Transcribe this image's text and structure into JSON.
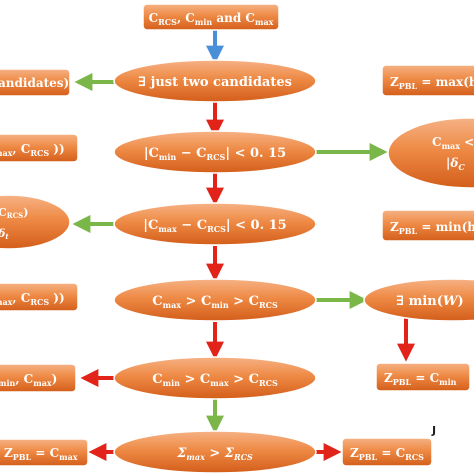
{
  "nodes": {
    "start": "C_RCS, C_min and C_max",
    "q_two_candidates": "∃ just two candidates",
    "q_min_rcs": "|C_min − C_RCS| < 0.15",
    "q_max_rcs": "|C_max − C_RCS| < 0.15",
    "q_max_min_rcs": "C_max > C_min > C_RCS",
    "q_min_max_rcs": "C_min > C_max > C_RCS",
    "q_sigma": "Σ_max > Σ_RCS",
    "left_candidates": "andidates)",
    "left_min_rcs": "max, C_RCS ))",
    "left_max_rcs_line1": "C_RCS)",
    "left_max_rcs_line2": "δ_t",
    "left_max_min_rcs": "max, C_RCS ))",
    "left_min_max_rcs": "min, C_max)",
    "zpbl_cmax_bottom": "Z_PBL = C_max",
    "right_max_candidate": "Z_PBL = max(h",
    "right_cmax_ellipse_line1": "C_max <",
    "right_cmax_ellipse_line2": "|δ_C",
    "right_min_candidate": "Z_PBL = min(h",
    "right_exists_min": "∃ min(W)",
    "right_zpbl_cmin": "Z_PBL = C_min",
    "right_zpbl_crcs": "Z_PBL = C_RCS",
    "stray_mark": "J"
  },
  "colors": {
    "orange_light": "#f3a470",
    "orange_dark": "#d9621c",
    "border": "#ffffff",
    "arrow_down": "#e2231a",
    "arrow_yes": "#7ab648",
    "arrow_start": "#4a90d9"
  }
}
